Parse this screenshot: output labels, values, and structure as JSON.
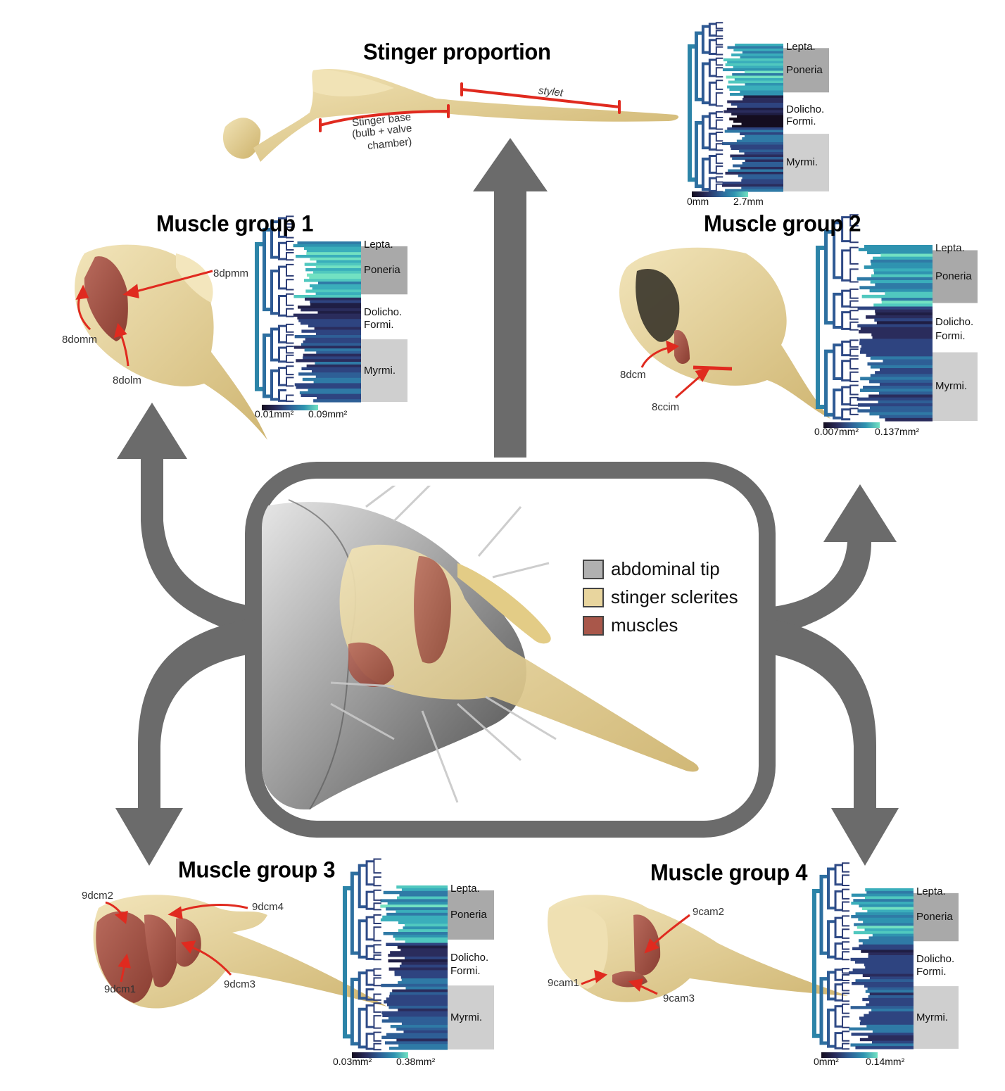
{
  "colors": {
    "arrow": "#6b6b6b",
    "abdominal": "#b0b0b0",
    "sclerite": "#e8d59e",
    "muscle": "#a9574a",
    "annotation": "#e02a1f",
    "clade_dark": "#a9a9a9",
    "clade_light": "#cfcfcf"
  },
  "stinger": {
    "title": "Stinger proportion",
    "stylet_label": "stylet",
    "base_label": [
      "Stinger base",
      "(bulb + valve",
      "chamber)"
    ],
    "scale": {
      "min": "0mm",
      "max": "2.7mm"
    }
  },
  "group1": {
    "title": "Muscle group 1",
    "labels": [
      "8dpmm",
      "8domm",
      "8dolm"
    ],
    "scale": {
      "min": "0.01mm²",
      "max": "0.09mm²"
    }
  },
  "group2": {
    "title": "Muscle group 2",
    "labels": [
      "8dcm",
      "8ccim"
    ],
    "scale": {
      "min": "0.007mm²",
      "max": "0.137mm²"
    }
  },
  "group3": {
    "title": "Muscle group 3",
    "labels": [
      "9dcm2",
      "9dcm4",
      "9dcm1",
      "9dcm3"
    ],
    "scale": {
      "min": "0.03mm²",
      "max": "0.38mm²"
    }
  },
  "group4": {
    "title": "Muscle group 4",
    "labels": [
      "9cam2",
      "9cam1",
      "9cam3"
    ],
    "scale": {
      "min": "0mm²",
      "max": "0.14mm²"
    }
  },
  "clades": [
    "Lepta.",
    "Poneria",
    "Dolicho.",
    "Formi.",
    "Myrmi."
  ],
  "legend": [
    {
      "label": "abdominal tip",
      "color": "#b0b0b0"
    },
    {
      "label": "stinger sclerites",
      "color": "#e8d59e"
    },
    {
      "label": "muscles",
      "color": "#a9574a"
    }
  ]
}
